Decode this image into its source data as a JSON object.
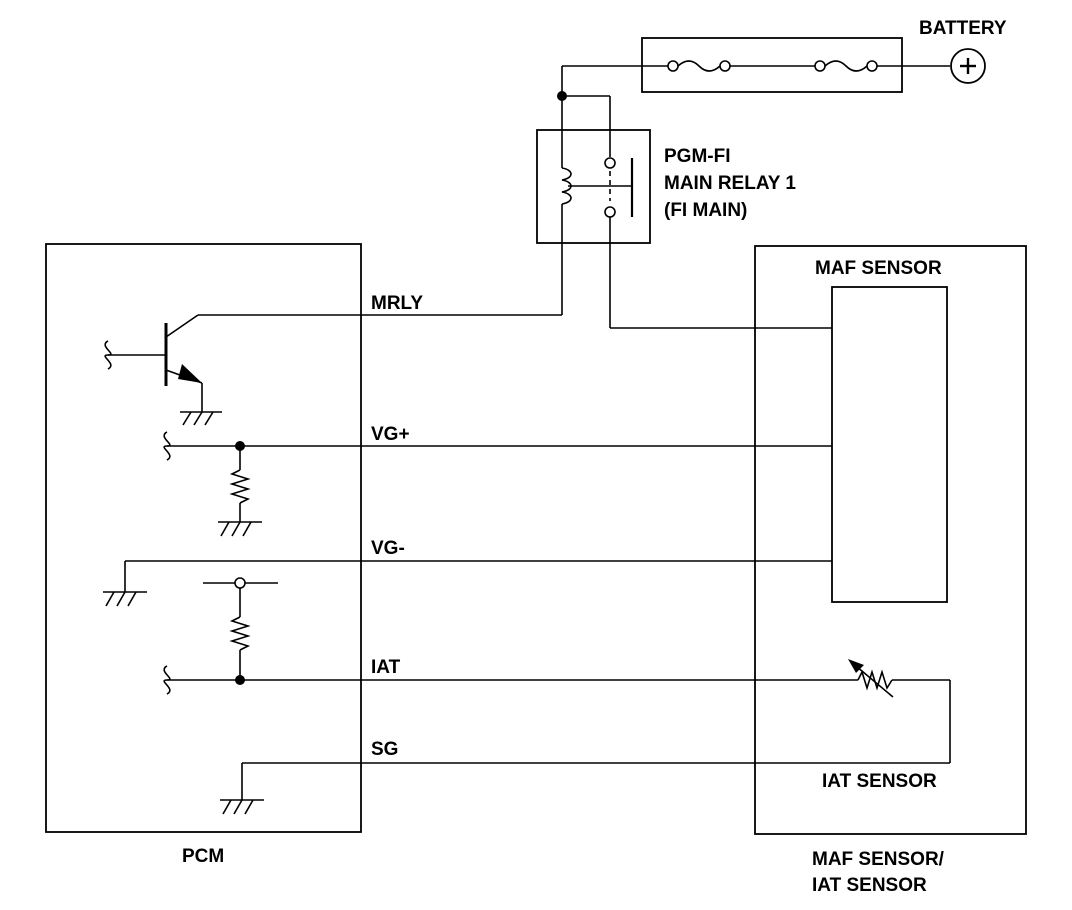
{
  "labels": {
    "battery": "BATTERY",
    "relay_line1": "PGM-FI",
    "relay_line2": "MAIN RELAY 1",
    "relay_line3": "(FI MAIN)",
    "maf_sensor": "MAF SENSOR",
    "iat_sensor": "IAT SENSOR",
    "pcm": "PCM",
    "module_line1": "MAF SENSOR/",
    "module_line2": "IAT SENSOR",
    "plus_symbol": "+"
  },
  "wires": {
    "mrly": "MRLY",
    "vg_plus": "VG+",
    "vg_minus": "VG-",
    "iat": "IAT",
    "sg": "SG"
  }
}
